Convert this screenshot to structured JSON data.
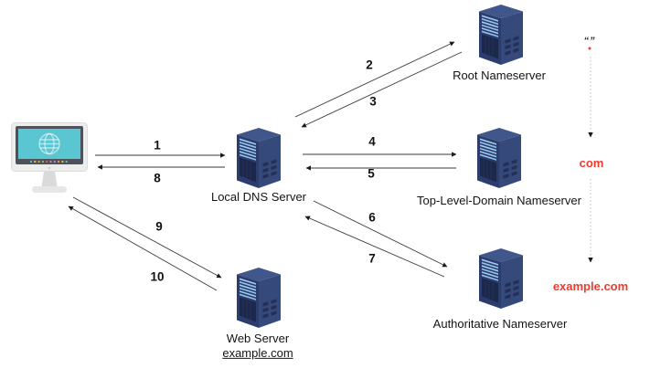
{
  "nodes": {
    "local_dns": {
      "label": "Local DNS Server"
    },
    "root_ns": {
      "label": "Root Nameserver"
    },
    "tld_ns": {
      "label": "Top-Level-Domain Nameserver"
    },
    "auth_ns": {
      "label": "Authoritative Nameserver"
    },
    "web_server": {
      "label": "Web Server",
      "domain": "example.com"
    }
  },
  "steps": {
    "s1": "1",
    "s2": "2",
    "s3": "3",
    "s4": "4",
    "s5": "5",
    "s6": "6",
    "s7": "7",
    "s8": "8",
    "s9": "9",
    "s10": "10"
  },
  "zones": {
    "root_label": "“”",
    "tld_label": "com",
    "domain_label": "example.com"
  },
  "icons": {
    "client": "desktop-computer-globe-icon",
    "server": "server-tower-icon"
  },
  "colors": {
    "accent_red": "#ef3b2d",
    "screen_teal": "#5ac6d2",
    "line_color": "#3a3a3a"
  }
}
